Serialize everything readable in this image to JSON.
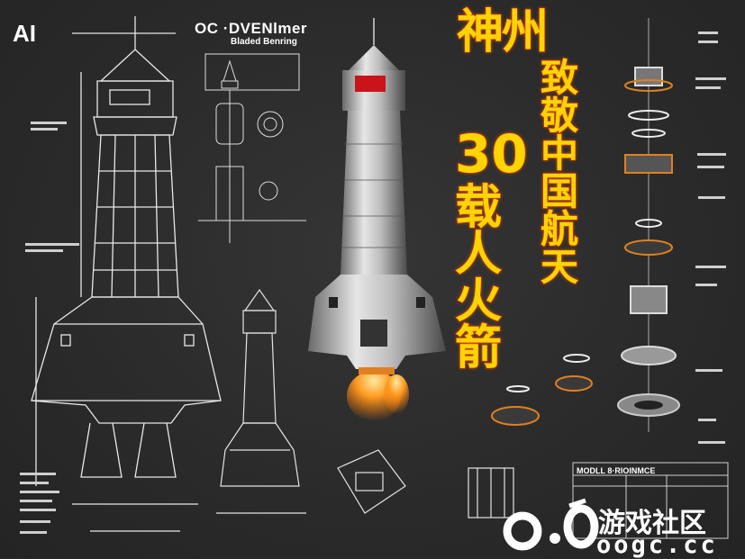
{
  "corner_label": "AI",
  "blueprint": {
    "title": "OC ·DVENlmer",
    "subtitle": "Bladed Benring",
    "table_title": "MODLL 8·RIOINMCE"
  },
  "headline": {
    "line1": "神州",
    "line2": "30",
    "line3": "载人火箭",
    "tribute": "致敬中国航天"
  },
  "watermark": {
    "name": "游戏社区",
    "domain": "oogc.cc",
    "logo_icon": "g-logo-icon"
  },
  "colors": {
    "background": "#2b2b2b",
    "headline_fill": "#ffd400",
    "headline_stroke": "#c01e10",
    "accent_orange": "#e07a20",
    "line": "#e8e8e8"
  }
}
